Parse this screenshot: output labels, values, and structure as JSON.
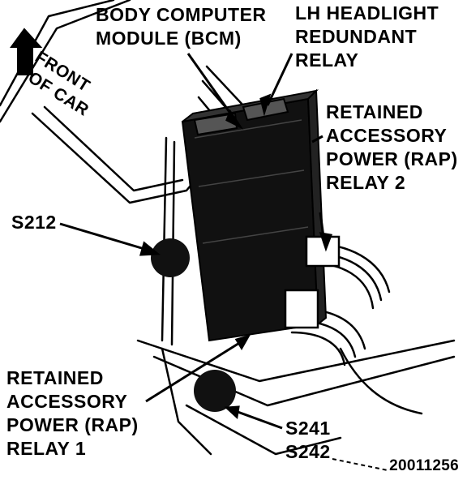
{
  "labels": {
    "front_of_car": [
      "FRONT",
      "OF CAR"
    ],
    "bcm": [
      "BODY COMPUTER",
      "MODULE (BCM)"
    ],
    "lh_headlight_relay": [
      "LH HEADLIGHT",
      "REDUNDANT",
      "RELAY"
    ],
    "rap_relay_2": [
      "RETAINED",
      "ACCESSORY",
      "POWER (RAP)",
      "RELAY 2"
    ],
    "splice_s212": "S212",
    "rap_relay_1": [
      "RETAINED",
      "ACCESSORY",
      "POWER (RAP)",
      "RELAY 1"
    ],
    "splice_s241": "S241",
    "splice_s242": "S242"
  },
  "figure_number": "20011256",
  "colors": {
    "ink": "#000000",
    "paper": "#ffffff"
  }
}
